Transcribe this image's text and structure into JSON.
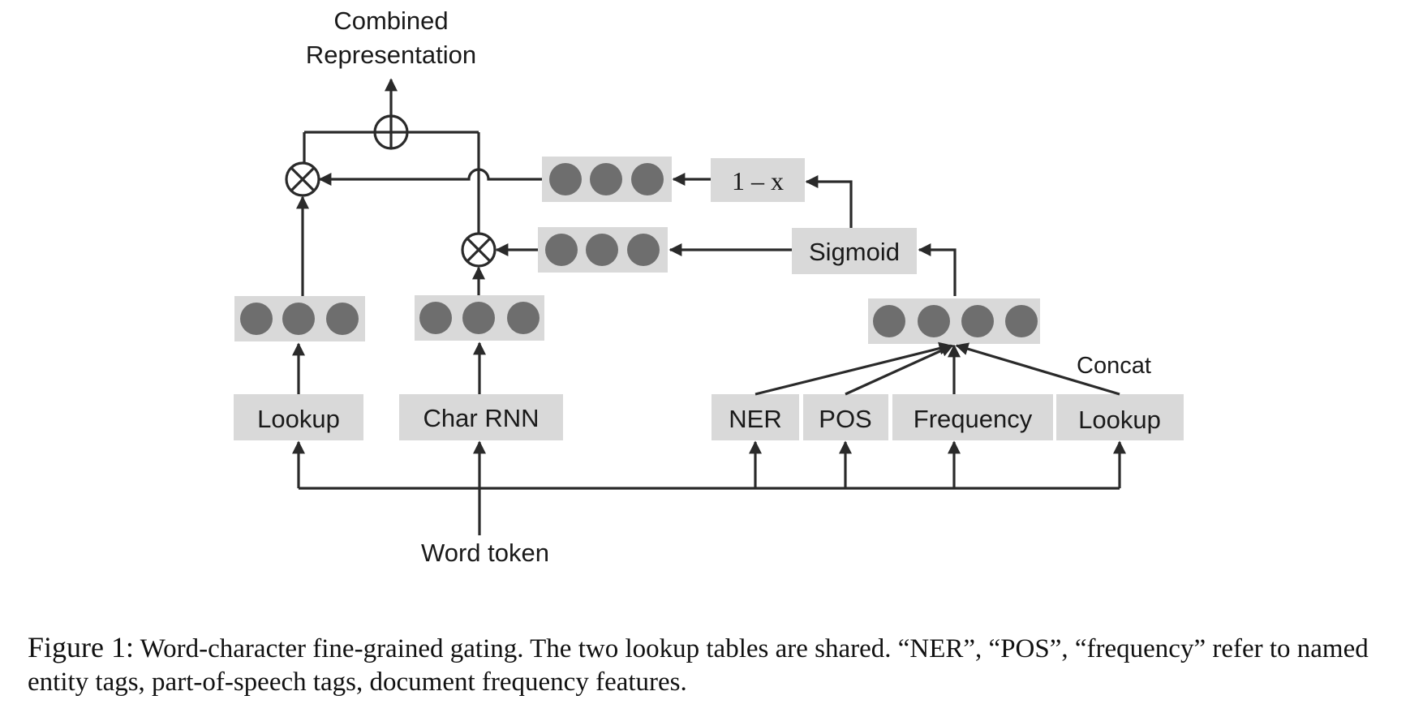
{
  "diagram": {
    "output_label_line1": "Combined",
    "output_label_line2": "Representation",
    "one_minus_x_label": "1 – x",
    "sigmoid_label": "Sigmoid",
    "concat_label": "Concat",
    "left_lookup_label": "Lookup",
    "char_rnn_label": "Char RNN",
    "ner_label": "NER",
    "pos_label": "POS",
    "frequency_label": "Frequency",
    "right_lookup_label": "Lookup",
    "word_token_label": "Word token",
    "combine_op": "sum",
    "gate_op": "elementwise-product"
  },
  "caption": {
    "figure_label": "Figure 1:",
    "text": "Word-character fine-grained gating. The two lookup tables are shared. “NER”, “POS”, “frequency” refer to named entity tags, part-of-speech tags, document frequency features."
  }
}
